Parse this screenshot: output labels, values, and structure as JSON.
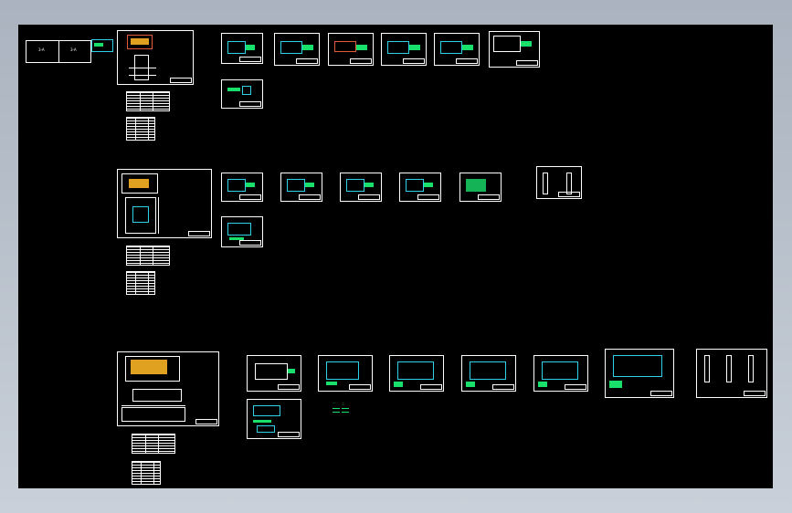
{
  "window": {
    "background_top": "#aab3bf",
    "background_bottom": "#c9d0d9",
    "canvas_color": "#000000"
  },
  "colors": {
    "line": "#ffffff",
    "green": "#19e06a",
    "cyan": "#2fd0e8",
    "red": "#e05a3a",
    "orange": "#e0a020"
  },
  "legend_box": {
    "cell_1_text": "3-A",
    "cell_2_text": "3-A"
  },
  "small_label_pair": [
    "一",
    "二"
  ]
}
